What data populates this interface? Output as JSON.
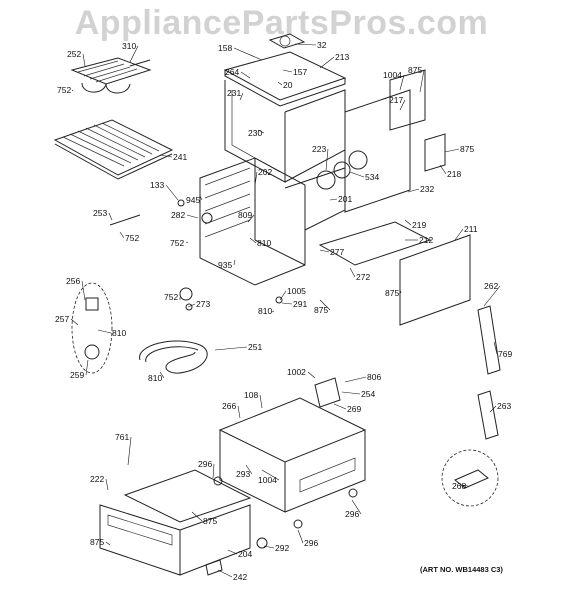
{
  "watermark": "AppliancePartsPros.com",
  "art_number": "(ART NO. WB14483 C3)",
  "labels": [
    "252",
    "310",
    "752",
    "158",
    "32",
    "157",
    "264",
    "20",
    "213",
    "231",
    "230",
    "1004",
    "875",
    "217",
    "241",
    "223",
    "534",
    "875",
    "218",
    "133",
    "945",
    "202",
    "201",
    "232",
    "253",
    "752",
    "282",
    "809",
    "810",
    "752",
    "935",
    "219",
    "212",
    "277",
    "211",
    "272",
    "875",
    "256",
    "752",
    "273",
    "1005",
    "291",
    "810",
    "875",
    "262",
    "257",
    "810",
    "259",
    "251",
    "810",
    "769",
    "1002",
    "806",
    "108",
    "254",
    "266",
    "269",
    "263",
    "761",
    "222",
    "296",
    "293",
    "1004",
    "268",
    "875",
    "296",
    "875",
    "292",
    "296",
    "204",
    "242"
  ]
}
